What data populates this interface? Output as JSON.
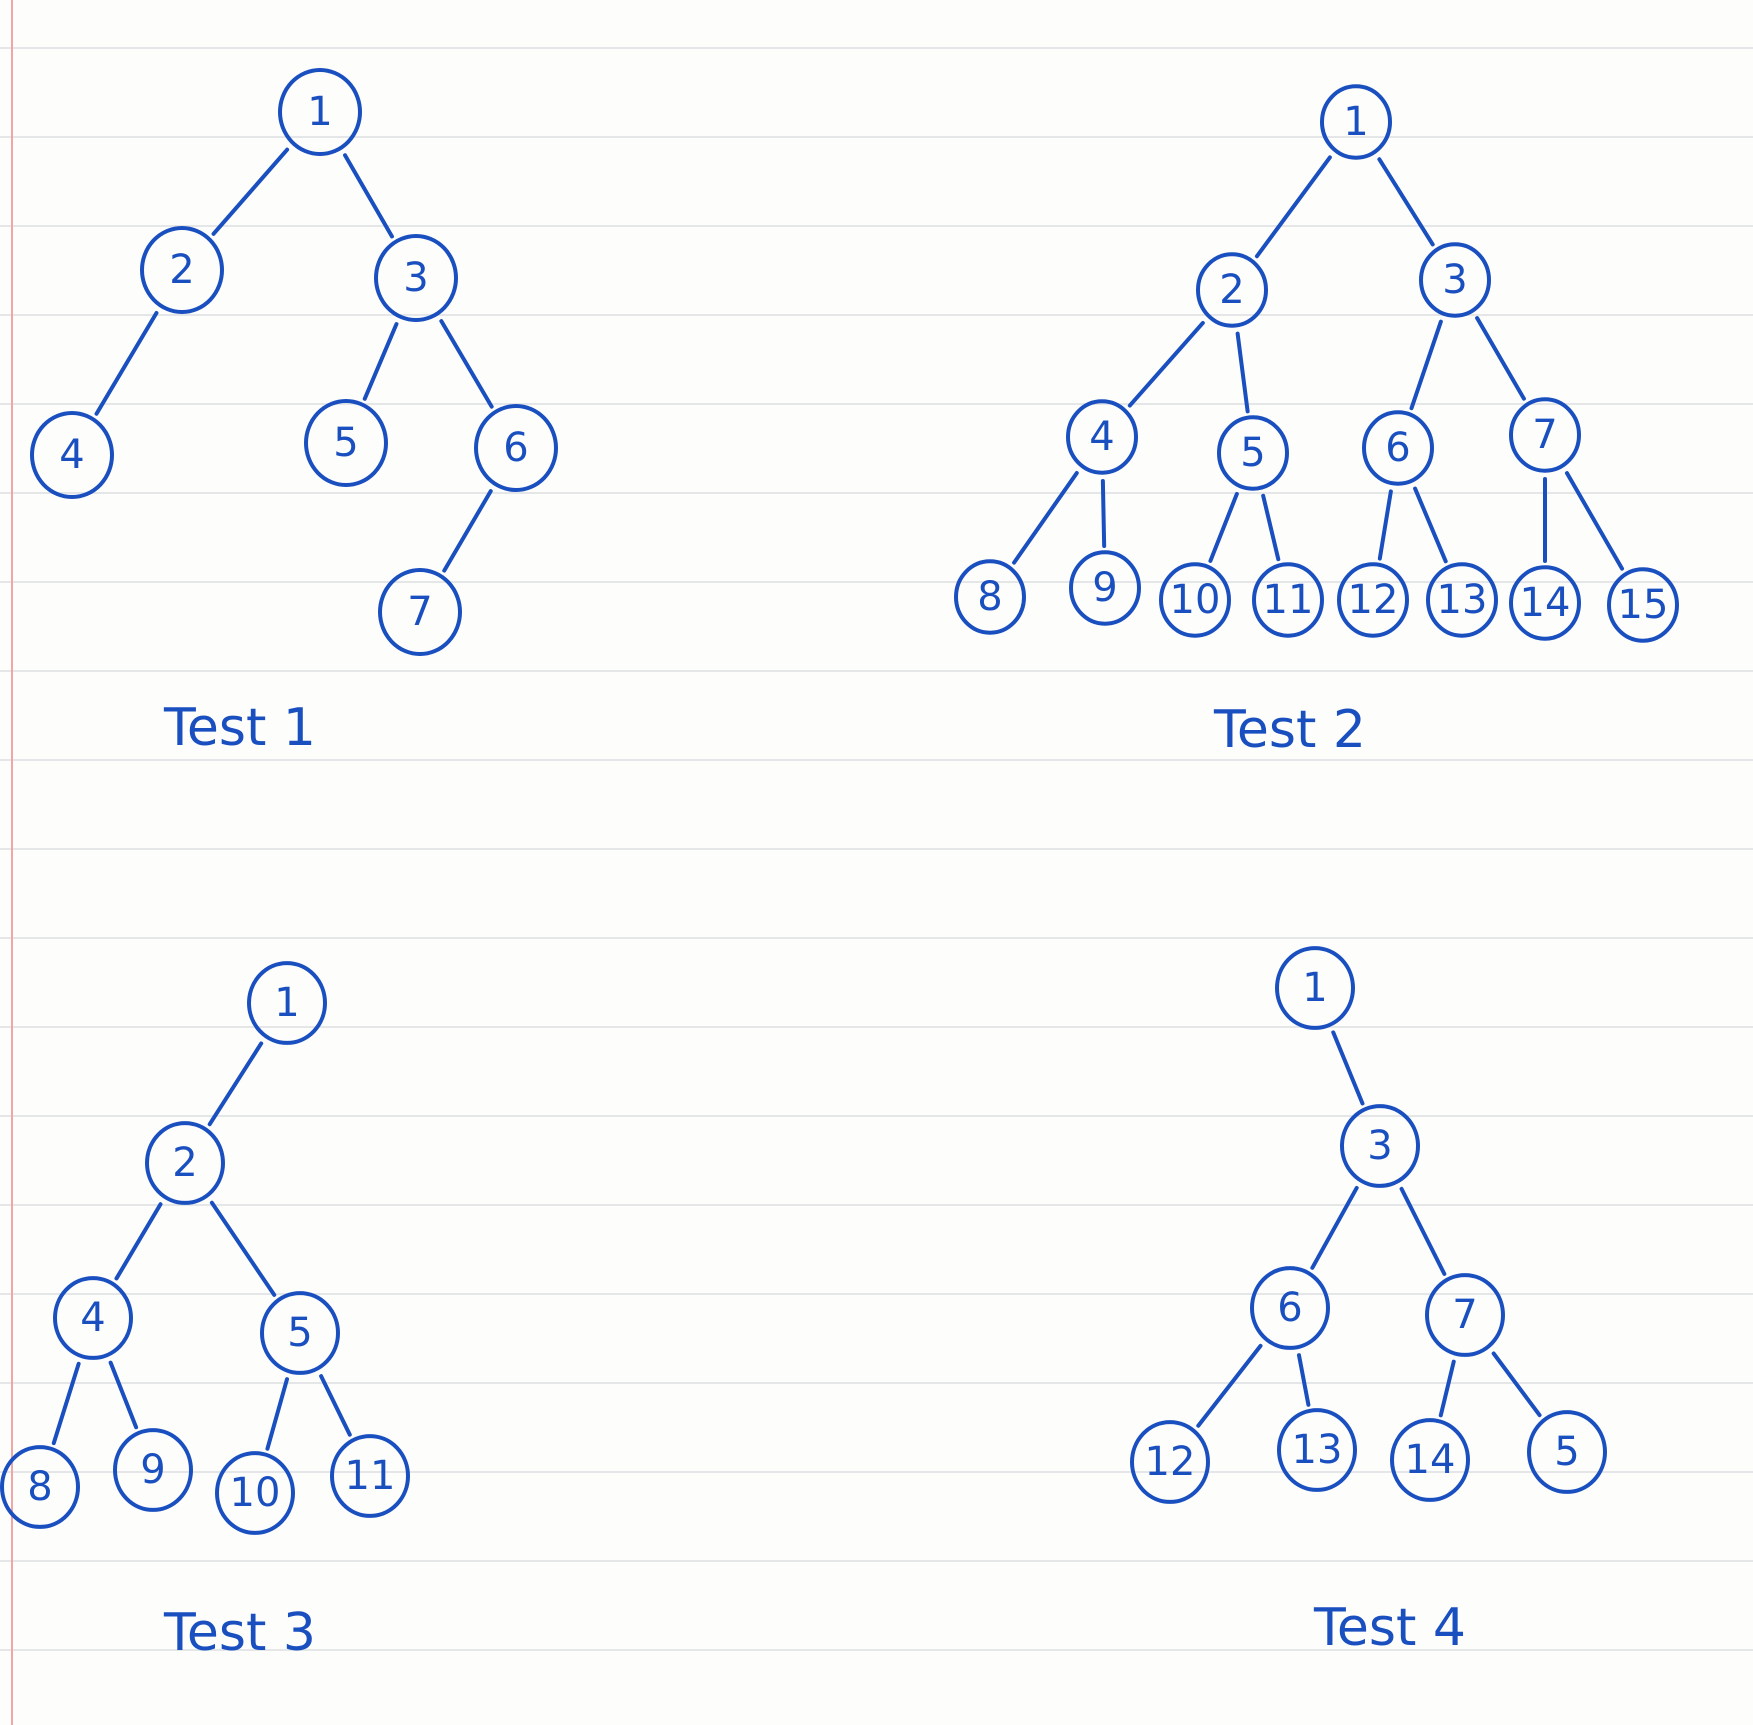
{
  "ink_color": "#1a4fbf",
  "rule_color": "#e4e6e8",
  "margin_color": "#f0a6a6",
  "diagrams": [
    {
      "title": "Test 1",
      "nodes": [
        "1",
        "2",
        "3",
        "4",
        "5",
        "6",
        "7"
      ],
      "edges": [
        [
          "1",
          "2"
        ],
        [
          "1",
          "3"
        ],
        [
          "2",
          "4"
        ],
        [
          "3",
          "5"
        ],
        [
          "3",
          "6"
        ],
        [
          "6",
          "7"
        ]
      ]
    },
    {
      "title": "Test 2",
      "nodes": [
        "1",
        "2",
        "3",
        "4",
        "5",
        "6",
        "7",
        "8",
        "9",
        "10",
        "11",
        "12",
        "13",
        "14",
        "15"
      ],
      "edges": [
        [
          "1",
          "2"
        ],
        [
          "1",
          "3"
        ],
        [
          "2",
          "4"
        ],
        [
          "2",
          "5"
        ],
        [
          "3",
          "6"
        ],
        [
          "3",
          "7"
        ],
        [
          "4",
          "8"
        ],
        [
          "4",
          "9"
        ],
        [
          "5",
          "10"
        ],
        [
          "5",
          "11"
        ],
        [
          "6",
          "12"
        ],
        [
          "6",
          "13"
        ],
        [
          "7",
          "14"
        ],
        [
          "7",
          "15"
        ]
      ]
    },
    {
      "title": "Test 3",
      "nodes": [
        "1",
        "2",
        "4",
        "5",
        "8",
        "9",
        "10",
        "11"
      ],
      "edges": [
        [
          "1",
          "2"
        ],
        [
          "2",
          "4"
        ],
        [
          "2",
          "5"
        ],
        [
          "4",
          "8"
        ],
        [
          "4",
          "9"
        ],
        [
          "5",
          "10"
        ],
        [
          "5",
          "11"
        ]
      ]
    },
    {
      "title": "Test 4",
      "nodes": [
        "1",
        "3",
        "6",
        "7",
        "12",
        "13",
        "14",
        "5"
      ],
      "edges": [
        [
          "1",
          "3"
        ],
        [
          "3",
          "6"
        ],
        [
          "3",
          "7"
        ],
        [
          "6",
          "12"
        ],
        [
          "6",
          "13"
        ],
        [
          "7",
          "14"
        ],
        [
          "7",
          "5"
        ]
      ]
    }
  ]
}
